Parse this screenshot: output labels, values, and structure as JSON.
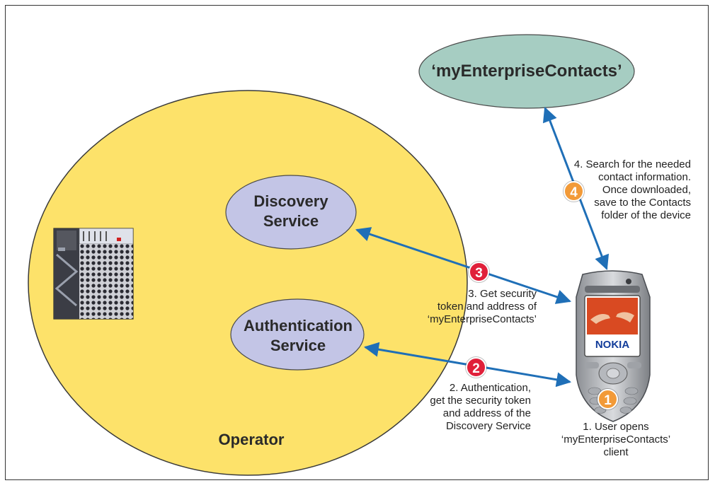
{
  "nodes": {
    "cloud": {
      "label": "‘myEnterpriseContacts’",
      "fill": "#a6cdc2"
    },
    "discovery": {
      "lines": [
        "Discovery",
        "Service"
      ],
      "fill": "#c3c5e6"
    },
    "authentication": {
      "lines": [
        "Authentication",
        "Service"
      ],
      "fill": "#c3c5e6"
    },
    "operator": {
      "label": "Operator",
      "fill": "#fde26a"
    }
  },
  "phone": {
    "brand": "NOKIA"
  },
  "steps": [
    {
      "number": "1",
      "color": "#f29a38",
      "lines": [
        "1. User opens",
        "‘myEnterpriseContacts’",
        "client"
      ]
    },
    {
      "number": "2",
      "color": "#e0203a",
      "lines": [
        "2. Authentication,",
        "get the security token",
        "and address of the",
        "Discovery Service"
      ]
    },
    {
      "number": "3",
      "color": "#e0203a",
      "lines": [
        "3. Get security",
        "token and address of",
        "‘myEnterpriseContacts’"
      ]
    },
    {
      "number": "4",
      "color": "#f29a38",
      "lines": [
        "4. Search for the needed",
        "contact information.",
        "Once downloaded,",
        "save to the Contacts",
        "folder of the device"
      ]
    }
  ],
  "colors": {
    "arrow": "#1f6fb7",
    "frame": "#333333"
  }
}
